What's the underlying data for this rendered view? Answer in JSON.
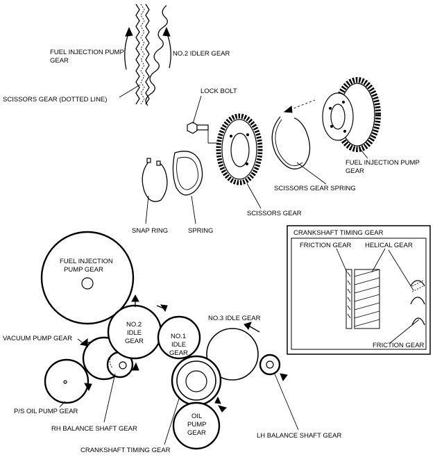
{
  "labels": {
    "fuel_pump_top": [
      "FUEL INJECTION PUMP",
      "GEAR"
    ],
    "no2_idler": "NO.2 IDLER GEAR",
    "scissors_dotted": "SCISSORS GEAR (DOTTED LINE)",
    "lock_bolt": "LOCK BOLT",
    "fuel_pump_right": [
      "FUEL INJECTION PUMP",
      "GEAR"
    ],
    "scissors_spring": "SCISSORS GEAR SPRING",
    "snap_ring": "SNAP RING",
    "spring": "SPRING",
    "scissors_gear": "SCISSORS GEAR",
    "inset_title": "CRANKSHAFT TIMING GEAR",
    "friction_gear_top": "FRICTION GEAR",
    "helical_gear": "HELICAL GEAR",
    "friction_gear_bottom": "FRICTION GEAR",
    "fuel_pump_circle": [
      "FUEL INJECTION",
      "PUMP GEAR"
    ],
    "no2_idle": [
      "NO.2",
      "IDLE",
      "GEAR"
    ],
    "no1_idle": [
      "NO.1",
      "IDLE",
      "GEAR"
    ],
    "no3_idle": "NO.3 IDLE GEAR",
    "vacuum_pump": "VACUUM PUMP GEAR",
    "ps_oil_pump": "P/S OIL PUMP GEAR",
    "rh_balance": "RH BALANCE SHAFT GEAR",
    "oil_pump": [
      "OIL",
      "PUMP",
      "GEAR"
    ],
    "lh_balance": "LH BALANCE SHAFT GEAR",
    "crankshaft_timing": "CRANKSHAFT TIMING GEAR"
  }
}
